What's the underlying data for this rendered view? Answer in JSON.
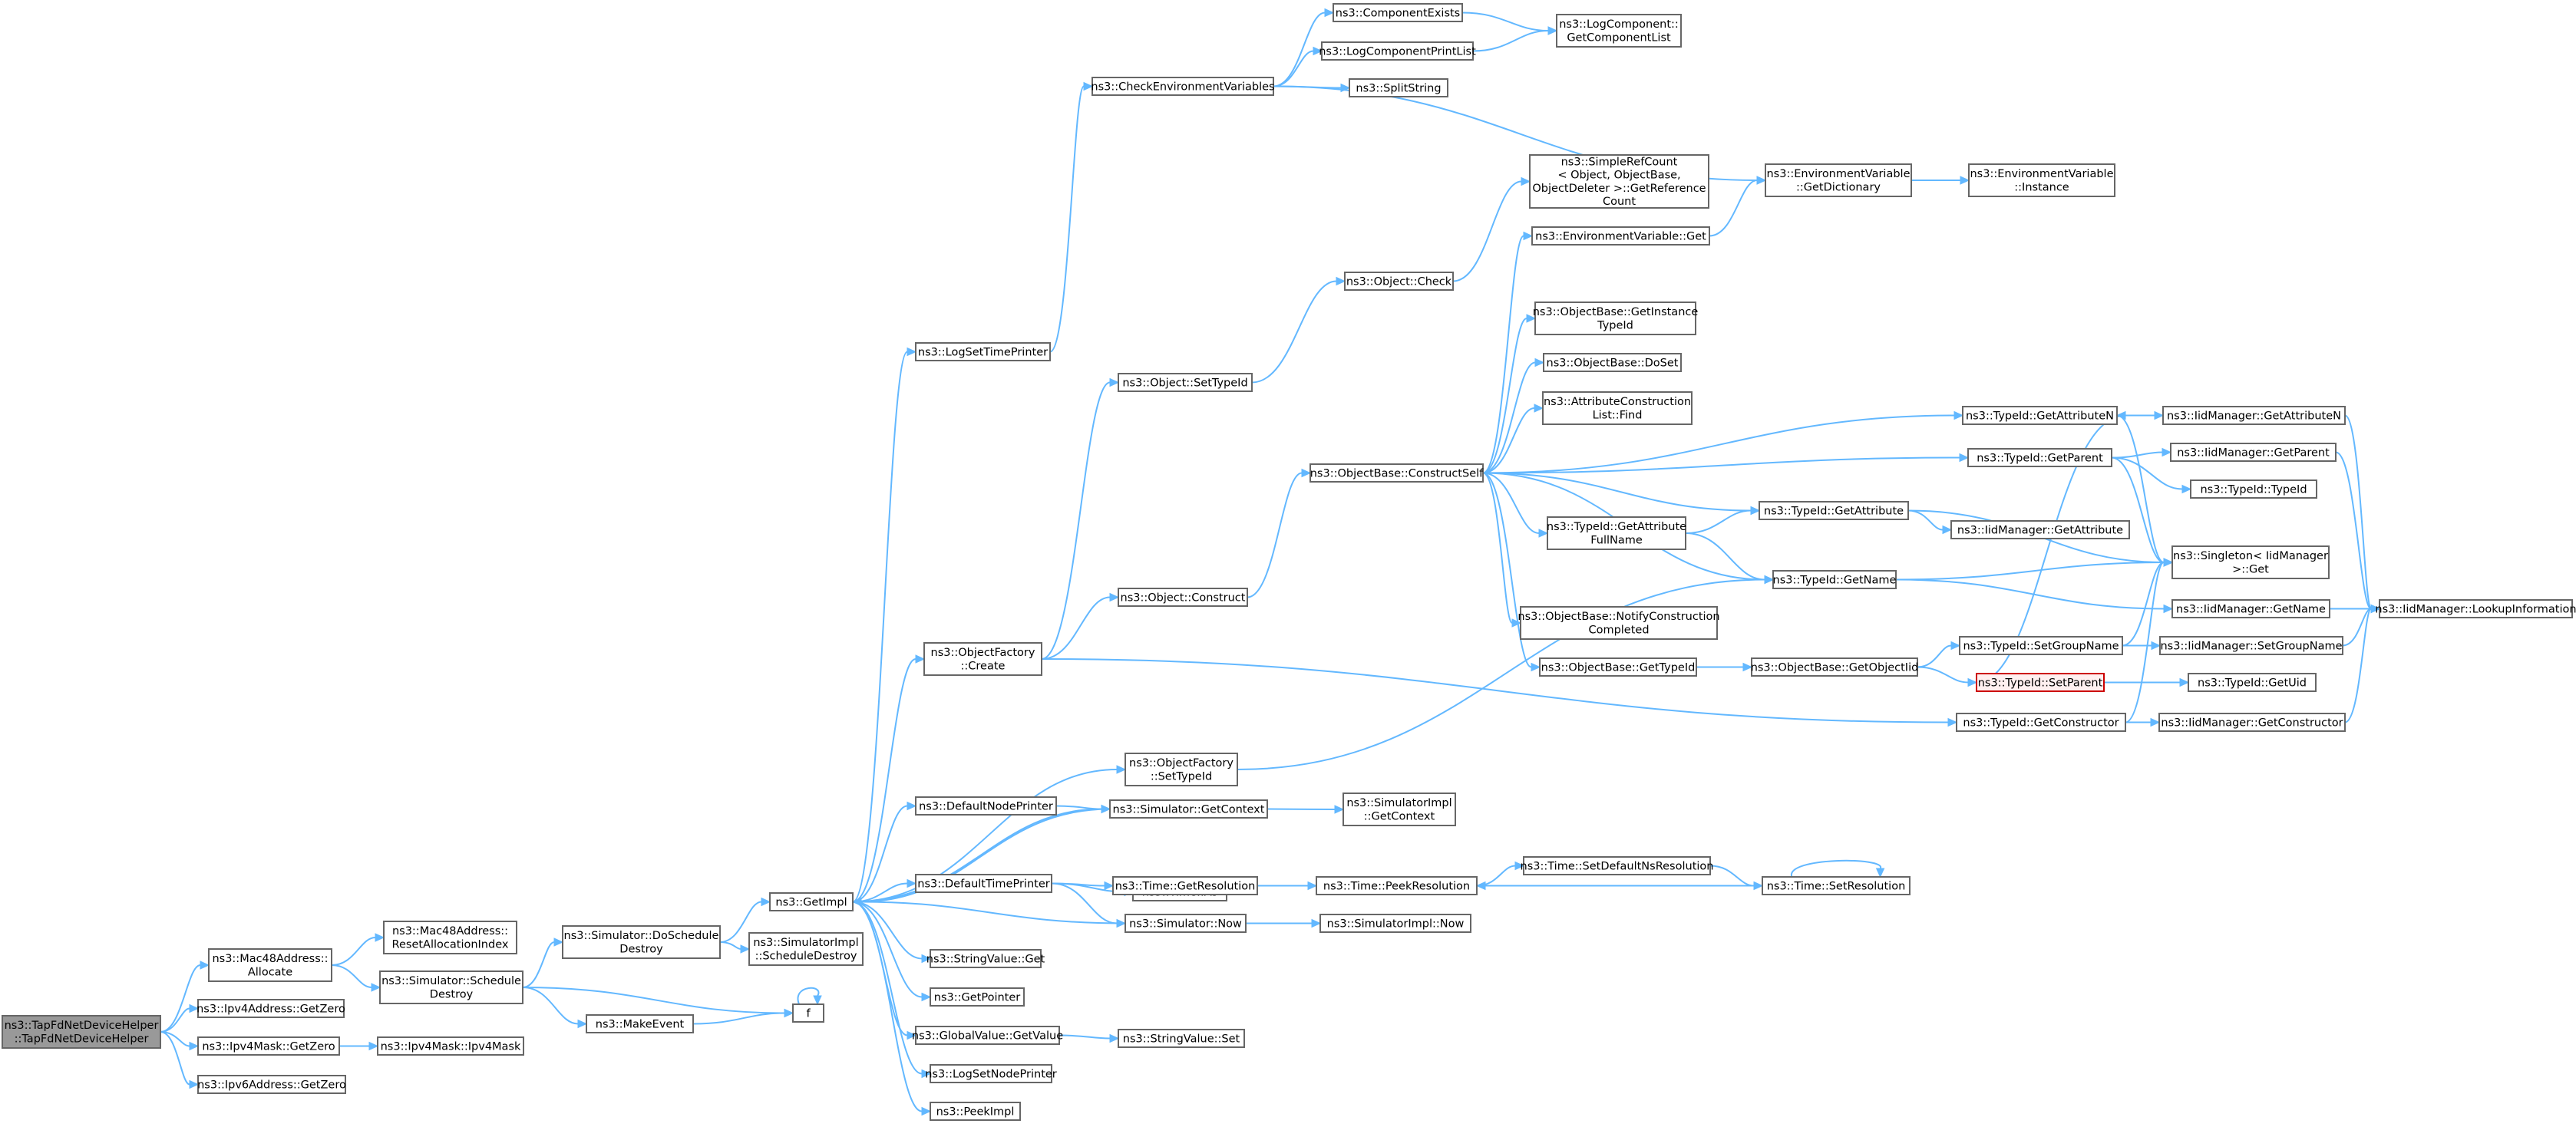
{
  "nodes": [
    {
      "id": "root",
      "lines": [
        "ns3::TapFdNetDeviceHelper",
        "::TapFdNetDeviceHelper"
      ],
      "style": "root"
    },
    {
      "id": "mac48alloc",
      "lines": [
        "ns3::Mac48Address::",
        "Allocate"
      ]
    },
    {
      "id": "ipv4getzero",
      "lines": [
        "ns3::Ipv4Address::GetZero"
      ]
    },
    {
      "id": "ipv4maskgetzero",
      "lines": [
        "ns3::Ipv4Mask::GetZero"
      ]
    },
    {
      "id": "ipv6getzero",
      "lines": [
        "ns3::Ipv6Address::GetZero"
      ]
    },
    {
      "id": "resetalloc",
      "lines": [
        "ns3::Mac48Address::",
        "ResetAllocationIndex"
      ]
    },
    {
      "id": "schedDestroy",
      "lines": [
        "ns3::Simulator::Schedule",
        "Destroy"
      ]
    },
    {
      "id": "ipv4maskctor",
      "lines": [
        "ns3::Ipv4Mask::Ipv4Mask"
      ]
    },
    {
      "id": "doSchedDestroy",
      "lines": [
        "ns3::Simulator::DoSchedule",
        "Destroy"
      ]
    },
    {
      "id": "makeEvent",
      "lines": [
        "ns3::MakeEvent"
      ]
    },
    {
      "id": "f",
      "lines": [
        "f"
      ]
    },
    {
      "id": "getImpl",
      "lines": [
        "ns3::GetImpl"
      ]
    },
    {
      "id": "simImplSchedDestroy",
      "lines": [
        "ns3::SimulatorImpl",
        "::ScheduleDestroy"
      ]
    },
    {
      "id": "logSetTimePrinter",
      "lines": [
        "ns3::LogSetTimePrinter"
      ]
    },
    {
      "id": "objFactoryCreate",
      "lines": [
        "ns3::ObjectFactory",
        "::Create"
      ]
    },
    {
      "id": "defaultNodePrinter",
      "lines": [
        "ns3::DefaultNodePrinter"
      ]
    },
    {
      "id": "defaultTimePrinter",
      "lines": [
        "ns3::DefaultTimePrinter"
      ]
    },
    {
      "id": "stringValueGet",
      "lines": [
        "ns3::StringValue::Get"
      ]
    },
    {
      "id": "getPointer",
      "lines": [
        "ns3::GetPointer"
      ]
    },
    {
      "id": "globalValueGetValue",
      "lines": [
        "ns3::GlobalValue::GetValue"
      ]
    },
    {
      "id": "logSetNodePrinter",
      "lines": [
        "ns3::LogSetNodePrinter"
      ]
    },
    {
      "id": "peekImpl",
      "lines": [
        "ns3::PeekImpl"
      ]
    },
    {
      "id": "checkEnvVars",
      "lines": [
        "ns3::CheckEnvironmentVariables"
      ]
    },
    {
      "id": "objectSetTypeId",
      "lines": [
        "ns3::Object::SetTypeId"
      ]
    },
    {
      "id": "objectConstruct",
      "lines": [
        "ns3::Object::Construct"
      ]
    },
    {
      "id": "objFactorySetTypeId",
      "lines": [
        "ns3::ObjectFactory",
        "::SetTypeId"
      ]
    },
    {
      "id": "simGetContext",
      "lines": [
        "ns3::Simulator::GetContext"
      ]
    },
    {
      "id": "timeAs",
      "lines": [
        "ns3::Time::As"
      ]
    },
    {
      "id": "timeGetResolution",
      "lines": [
        "ns3::Time::GetResolution"
      ]
    },
    {
      "id": "simNow",
      "lines": [
        "ns3::Simulator::Now"
      ]
    },
    {
      "id": "stringValueSet",
      "lines": [
        "ns3::StringValue::Set"
      ]
    },
    {
      "id": "componentExists",
      "lines": [
        "ns3::ComponentExists"
      ]
    },
    {
      "id": "logComponentPrintList",
      "lines": [
        "ns3::LogComponentPrintList"
      ]
    },
    {
      "id": "splitString",
      "lines": [
        "ns3::SplitString"
      ]
    },
    {
      "id": "objectCheck",
      "lines": [
        "ns3::Object::Check"
      ]
    },
    {
      "id": "constructSelf",
      "lines": [
        "ns3::ObjectBase::ConstructSelf"
      ]
    },
    {
      "id": "simImplGetContext",
      "lines": [
        "ns3::SimulatorImpl",
        "::GetContext"
      ]
    },
    {
      "id": "timePeekResolution",
      "lines": [
        "ns3::Time::PeekResolution"
      ]
    },
    {
      "id": "simImplNow",
      "lines": [
        "ns3::SimulatorImpl::Now"
      ]
    },
    {
      "id": "logCompGetList",
      "lines": [
        "ns3::LogComponent::",
        "GetComponentList"
      ]
    },
    {
      "id": "simpleRefCount",
      "lines": [
        "ns3::SimpleRefCount",
        "< Object, ObjectBase,",
        "ObjectDeleter >::GetReference",
        "Count"
      ]
    },
    {
      "id": "envVarGet",
      "lines": [
        "ns3::EnvironmentVariable::Get"
      ]
    },
    {
      "id": "getInstanceTypeId",
      "lines": [
        "ns3::ObjectBase::GetInstance",
        "TypeId"
      ]
    },
    {
      "id": "doSet",
      "lines": [
        "ns3::ObjectBase::DoSet"
      ]
    },
    {
      "id": "attrConstructionFind",
      "lines": [
        "ns3::AttributeConstruction",
        "List::Find"
      ]
    },
    {
      "id": "getAttributeFullName",
      "lines": [
        "ns3::TypeId::GetAttribute",
        "FullName"
      ]
    },
    {
      "id": "notifyConstructionCompleted",
      "lines": [
        "ns3::ObjectBase::NotifyConstruction",
        "Completed"
      ]
    },
    {
      "id": "objectBaseGetTypeId",
      "lines": [
        "ns3::ObjectBase::GetTypeId"
      ]
    },
    {
      "id": "setDefaultNsResolution",
      "lines": [
        "ns3::Time::SetDefaultNsResolution"
      ]
    },
    {
      "id": "envVarGetDictionary",
      "lines": [
        "ns3::EnvironmentVariable",
        "::GetDictionary"
      ]
    },
    {
      "id": "typeIdGetAttribute",
      "lines": [
        "ns3::TypeId::GetAttribute"
      ]
    },
    {
      "id": "typeIdGetName",
      "lines": [
        "ns3::TypeId::GetName"
      ]
    },
    {
      "id": "objectBaseGetObjectIid",
      "lines": [
        "ns3::ObjectBase::GetObjectIid"
      ]
    },
    {
      "id": "timeSetResolution",
      "lines": [
        "ns3::Time::SetResolution"
      ]
    },
    {
      "id": "envVarInstance",
      "lines": [
        "ns3::EnvironmentVariable",
        "::Instance"
      ]
    },
    {
      "id": "typeIdGetAttributeN",
      "lines": [
        "ns3::TypeId::GetAttributeN"
      ]
    },
    {
      "id": "typeIdGetParent",
      "lines": [
        "ns3::TypeId::GetParent"
      ]
    },
    {
      "id": "iidGetAttribute",
      "lines": [
        "ns3::IidManager::GetAttribute"
      ]
    },
    {
      "id": "typeIdSetGroupName",
      "lines": [
        "ns3::TypeId::SetGroupName"
      ]
    },
    {
      "id": "typeIdSetParent",
      "lines": [
        "ns3::TypeId::SetParent"
      ],
      "style": "red"
    },
    {
      "id": "typeIdGetConstructor",
      "lines": [
        "ns3::TypeId::GetConstructor"
      ]
    },
    {
      "id": "iidGetAttributeN",
      "lines": [
        "ns3::IidManager::GetAttributeN"
      ]
    },
    {
      "id": "iidGetParent",
      "lines": [
        "ns3::IidManager::GetParent"
      ]
    },
    {
      "id": "typeIdTypeId",
      "lines": [
        "ns3::TypeId::TypeId"
      ]
    },
    {
      "id": "singletonGet",
      "lines": [
        "ns3::Singleton< IidManager",
        ">::Get"
      ]
    },
    {
      "id": "iidGetName",
      "lines": [
        "ns3::IidManager::GetName"
      ]
    },
    {
      "id": "iidSetGroupName",
      "lines": [
        "ns3::IidManager::SetGroupName"
      ]
    },
    {
      "id": "typeIdGetUid",
      "lines": [
        "ns3::TypeId::GetUid"
      ]
    },
    {
      "id": "iidGetConstructor",
      "lines": [
        "ns3::IidManager::GetConstructor"
      ]
    },
    {
      "id": "iidLookupInformation",
      "lines": [
        "ns3::IidManager::LookupInformation"
      ]
    }
  ],
  "edges": [
    [
      "root",
      "mac48alloc"
    ],
    [
      "root",
      "ipv4getzero"
    ],
    [
      "root",
      "ipv4maskgetzero"
    ],
    [
      "root",
      "ipv6getzero"
    ],
    [
      "mac48alloc",
      "resetalloc"
    ],
    [
      "mac48alloc",
      "schedDestroy"
    ],
    [
      "ipv4maskgetzero",
      "ipv4maskctor"
    ],
    [
      "schedDestroy",
      "doSchedDestroy"
    ],
    [
      "schedDestroy",
      "makeEvent"
    ],
    [
      "schedDestroy",
      "f"
    ],
    [
      "doSchedDestroy",
      "getImpl"
    ],
    [
      "doSchedDestroy",
      "simImplSchedDestroy"
    ],
    [
      "makeEvent",
      "f"
    ],
    [
      "f",
      "f"
    ],
    [
      "getImpl",
      "logSetTimePrinter"
    ],
    [
      "getImpl",
      "objFactoryCreate"
    ],
    [
      "getImpl",
      "objFactorySetTypeId"
    ],
    [
      "getImpl",
      "defaultNodePrinter"
    ],
    [
      "getImpl",
      "simGetContext"
    ],
    [
      "getImpl",
      "defaultTimePrinter"
    ],
    [
      "getImpl",
      "stringValueGet"
    ],
    [
      "getImpl",
      "getPointer"
    ],
    [
      "getImpl",
      "globalValueGetValue"
    ],
    [
      "getImpl",
      "logSetNodePrinter"
    ],
    [
      "getImpl",
      "peekImpl"
    ],
    [
      "logSetTimePrinter",
      "checkEnvVars"
    ],
    [
      "objFactoryCreate",
      "objectSetTypeId"
    ],
    [
      "objFactoryCreate",
      "objectConstruct"
    ],
    [
      "objFactoryCreate",
      "typeIdGetConstructor"
    ],
    [
      "defaultNodePrinter",
      "simGetContext"
    ],
    [
      "simGetContext",
      "getImpl"
    ],
    [
      "simGetContext",
      "simImplGetContext"
    ],
    [
      "defaultTimePrinter",
      "timeAs"
    ],
    [
      "defaultTimePrinter",
      "timeGetResolution"
    ],
    [
      "defaultTimePrinter",
      "simNow"
    ],
    [
      "simNow",
      "getImpl"
    ],
    [
      "simNow",
      "simImplNow"
    ],
    [
      "globalValueGetValue",
      "stringValueSet"
    ],
    [
      "objFactorySetTypeId",
      "typeIdGetName"
    ],
    [
      "checkEnvVars",
      "componentExists"
    ],
    [
      "checkEnvVars",
      "logComponentPrintList"
    ],
    [
      "checkEnvVars",
      "splitString"
    ],
    [
      "checkEnvVars",
      "envVarGetDictionary"
    ],
    [
      "componentExists",
      "logCompGetList"
    ],
    [
      "logComponentPrintList",
      "logCompGetList"
    ],
    [
      "objectSetTypeId",
      "objectCheck"
    ],
    [
      "objectCheck",
      "simpleRefCount"
    ],
    [
      "objectConstruct",
      "constructSelf"
    ],
    [
      "constructSelf",
      "envVarGet"
    ],
    [
      "constructSelf",
      "getInstanceTypeId"
    ],
    [
      "constructSelf",
      "doSet"
    ],
    [
      "constructSelf",
      "attrConstructionFind"
    ],
    [
      "constructSelf",
      "getAttributeFullName"
    ],
    [
      "constructSelf",
      "notifyConstructionCompleted"
    ],
    [
      "constructSelf",
      "objectBaseGetTypeId"
    ],
    [
      "constructSelf",
      "typeIdGetAttributeN"
    ],
    [
      "constructSelf",
      "typeIdGetParent"
    ],
    [
      "constructSelf",
      "typeIdGetAttribute"
    ],
    [
      "constructSelf",
      "typeIdGetName"
    ],
    [
      "envVarGet",
      "envVarGetDictionary"
    ],
    [
      "envVarGetDictionary",
      "envVarInstance"
    ],
    [
      "getAttributeFullName",
      "typeIdGetAttribute"
    ],
    [
      "getAttributeFullName",
      "typeIdGetName"
    ],
    [
      "objectBaseGetTypeId",
      "objectBaseGetObjectIid"
    ],
    [
      "objectBaseGetObjectIid",
      "typeIdSetGroupName"
    ],
    [
      "objectBaseGetObjectIid",
      "typeIdSetParent"
    ],
    [
      "timeGetResolution",
      "timePeekResolution"
    ],
    [
      "timePeekResolution",
      "setDefaultNsResolution"
    ],
    [
      "setDefaultNsResolution",
      "timeSetResolution"
    ],
    [
      "timeSetResolution",
      "timeSetResolution"
    ],
    [
      "timeSetResolution",
      "timePeekResolution"
    ],
    [
      "typeIdGetAttribute",
      "iidGetAttribute"
    ],
    [
      "typeIdGetAttribute",
      "singletonGet"
    ],
    [
      "typeIdGetName",
      "singletonGet"
    ],
    [
      "typeIdGetName",
      "iidGetName"
    ],
    [
      "typeIdGetAttributeN",
      "iidGetAttributeN"
    ],
    [
      "typeIdGetAttributeN",
      "singletonGet"
    ],
    [
      "typeIdGetParent",
      "iidGetParent"
    ],
    [
      "typeIdGetParent",
      "typeIdTypeId"
    ],
    [
      "typeIdGetParent",
      "singletonGet"
    ],
    [
      "typeIdSetGroupName",
      "iidSetGroupName"
    ],
    [
      "typeIdSetGroupName",
      "singletonGet"
    ],
    [
      "typeIdSetParent",
      "typeIdGetUid"
    ],
    [
      "typeIdSetParent",
      "typeIdGetAttributeN"
    ],
    [
      "typeIdGetConstructor",
      "iidGetConstructor"
    ],
    [
      "typeIdGetConstructor",
      "singletonGet"
    ],
    [
      "iidGetAttributeN",
      "iidLookupInformation"
    ],
    [
      "iidGetParent",
      "iidLookupInformation"
    ],
    [
      "iidGetName",
      "iidLookupInformation"
    ],
    [
      "iidSetGroupName",
      "iidLookupInformation"
    ],
    [
      "iidGetConstructor",
      "iidLookupInformation"
    ]
  ]
}
